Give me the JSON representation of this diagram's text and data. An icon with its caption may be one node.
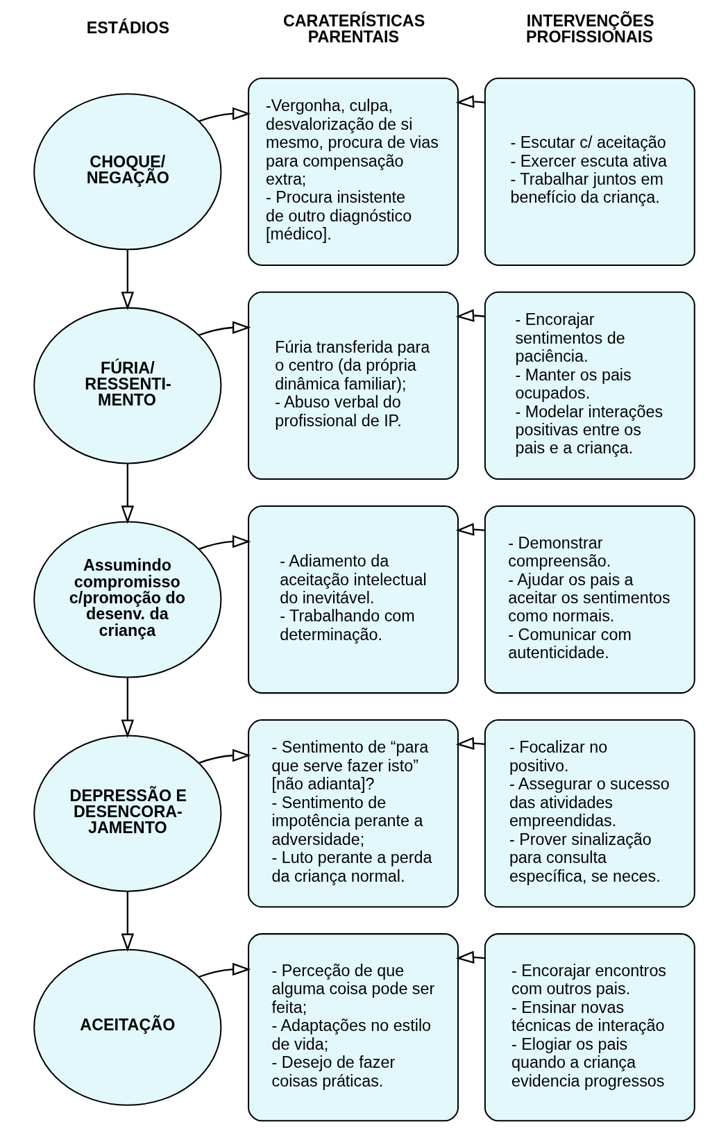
{
  "diagram": {
    "nodes": [
      {
        "text": [
          "CHOQUE/ NEGAÇÃO"
        ]
      },
      {
        "text": [
          "-Vergonha, culpa, desvalorização de si mesmo, procura de vias para compensação extra;",
          "- Procura insistente de outro diagnóstico [médico]."
        ]
      },
      {
        "text": [
          "- Escutar c/ aceitação",
          "- Exercer escuta ativa",
          "- Trabalhar juntos em benefício da criança."
        ]
      },
      {
        "text": [
          "FÚRIA/ RESSENTI- MENTO"
        ]
      },
      {
        "text": [
          "Fúria transferida para o centro (da própria dinâmica familiar);",
          "- Abuso verbal do profissional de IP."
        ]
      },
      {
        "text": [
          "- Encorajar sentimentos de paciência.",
          "- Manter os pais ocupados.",
          "- Modelar interações positivas entre os pais e a criança."
        ]
      },
      {
        "text": [
          "Assumindo compromisso c/promoção do desenv. da criança"
        ]
      },
      {
        "text": [
          "- Adiamento da aceitação intelectual do inevitável.",
          "- Trabalhando com determinação."
        ]
      },
      {
        "text": [
          "- Demonstrar compreensão.",
          "- Ajudar os pais a aceitar os sentimentos como normais.",
          "- Comunicar com autenticidade."
        ]
      },
      {
        "text": [
          "DEPRESSÃO E DESENCORA- JAMENTO"
        ]
      },
      {
        "text": [
          "- Sentimento de “para que serve fazer isto” [não adianta]?",
          "- Sentimento de impotência perante a adversidade;",
          "- Luto perante a perda da criança normal."
        ]
      },
      {
        "text": [
          "- Focalizar no positivo.",
          "- Assegurar o sucesso das atividades empreendidas.",
          "- Prover sinalização para consulta específica, se neces."
        ]
      },
      {
        "text": [
          "ACEITAÇÃO"
        ]
      },
      {
        "text": [
          "- Perceção de que alguma coisa pode ser feita;",
          "- Adaptações no estilo de vida;",
          "- Desejo de fazer coisas práticas."
        ]
      },
      {
        "text": [
          "- Encorajar encontros com outros pais.",
          "- Ensinar novas técnicas de interação",
          "- Elogiar os pais quando a criança evidencia progressos"
        ]
      }
    ],
    "edges": [
      {
        "from": 0,
        "to": 1,
        "arrow": "to"
      },
      {
        "from": 2,
        "to": 1,
        "arrow": "to"
      },
      {
        "from": 0,
        "to": 3,
        "arrow": "to"
      },
      {
        "from": 3,
        "to": 4,
        "arrow": "to"
      },
      {
        "from": 5,
        "to": 4,
        "arrow": "to"
      },
      {
        "from": 3,
        "to": 6,
        "arrow": "to"
      },
      {
        "from": 6,
        "to": 7,
        "arrow": "to"
      },
      {
        "from": 8,
        "to": 7,
        "arrow": "to"
      },
      {
        "from": 6,
        "to": 9,
        "arrow": "to"
      },
      {
        "from": 9,
        "to": 10,
        "arrow": "to"
      },
      {
        "from": 11,
        "to": 10,
        "arrow": "to"
      },
      {
        "from": 9,
        "to": 12,
        "arrow": "to"
      },
      {
        "from": 12,
        "to": 13,
        "arrow": "to"
      },
      {
        "from": 14,
        "to": 13,
        "arrow": "to"
      }
    ],
    "labels": [
      "ESTÁDIOS",
      "CARATERÍSTICAS PARENTAIS",
      "INTERVENÇÕES PROFISSIONAIS"
    ]
  }
}
